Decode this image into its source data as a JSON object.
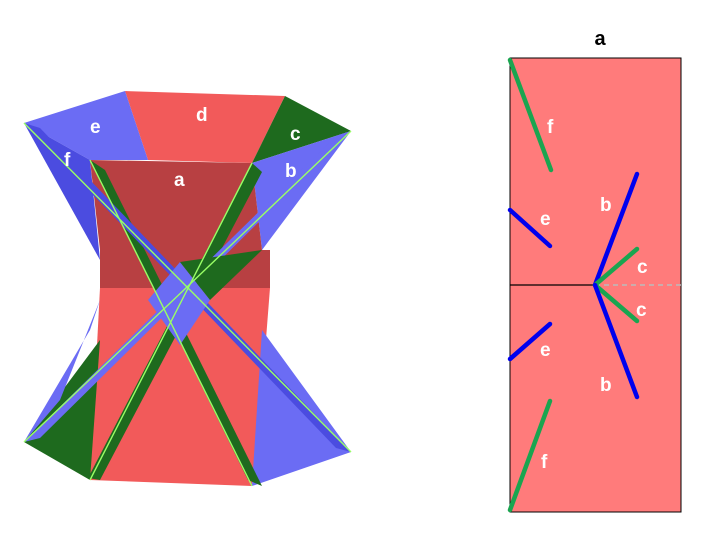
{
  "model_3d": {
    "labels": {
      "a": "a",
      "b": "b",
      "c": "c",
      "d": "d",
      "e": "e",
      "f": "f"
    },
    "colors": {
      "red": "#f25a5a",
      "dark_red": "#b84042",
      "blue": "#6b6cf4",
      "dark_blue": "#4b4ce0",
      "green": "#1e6a1e",
      "edge": "#99ff66"
    }
  },
  "net": {
    "title": "a",
    "labels": {
      "f_top": "f",
      "e_top": "e",
      "b_top": "b",
      "c_top": "c",
      "c_bottom": "c",
      "e_bottom": "e",
      "b_bottom": "b",
      "f_bottom": "f"
    },
    "colors": {
      "fill": "#ff7b7b",
      "blue": "#0000ee",
      "green": "#1aa550",
      "dash": "#bbbbbb"
    }
  }
}
